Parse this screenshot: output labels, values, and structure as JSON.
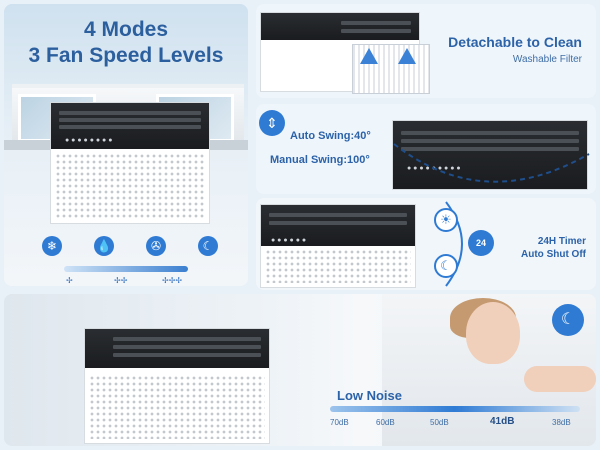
{
  "modes": {
    "title_line1": "4 Modes",
    "title_line2": "3 Fan Speed Levels",
    "mode_icons": [
      "snowflake-icon",
      "dehumidify-icon",
      "fan-icon",
      "sleep-icon"
    ],
    "fan_marks": [
      "✢",
      "✢✢",
      "✢✢✢"
    ]
  },
  "filter": {
    "title": "Detachable to Clean",
    "subtitle": "Washable Filter"
  },
  "swing": {
    "auto_label": "Auto Swing:40°",
    "manual_label": "Manual Swing:100°"
  },
  "timer": {
    "line1": "24H Timer",
    "line2": "Auto Shut Off",
    "timer_icon_text": "24"
  },
  "noise": {
    "title": "Low Noise",
    "levels": [
      "70dB",
      "60dB",
      "50dB",
      "41dB",
      "38dB"
    ],
    "highlight": "41dB"
  },
  "colors": {
    "accent_blue": "#2f7bd4",
    "title_blue": "#2c62a8"
  }
}
